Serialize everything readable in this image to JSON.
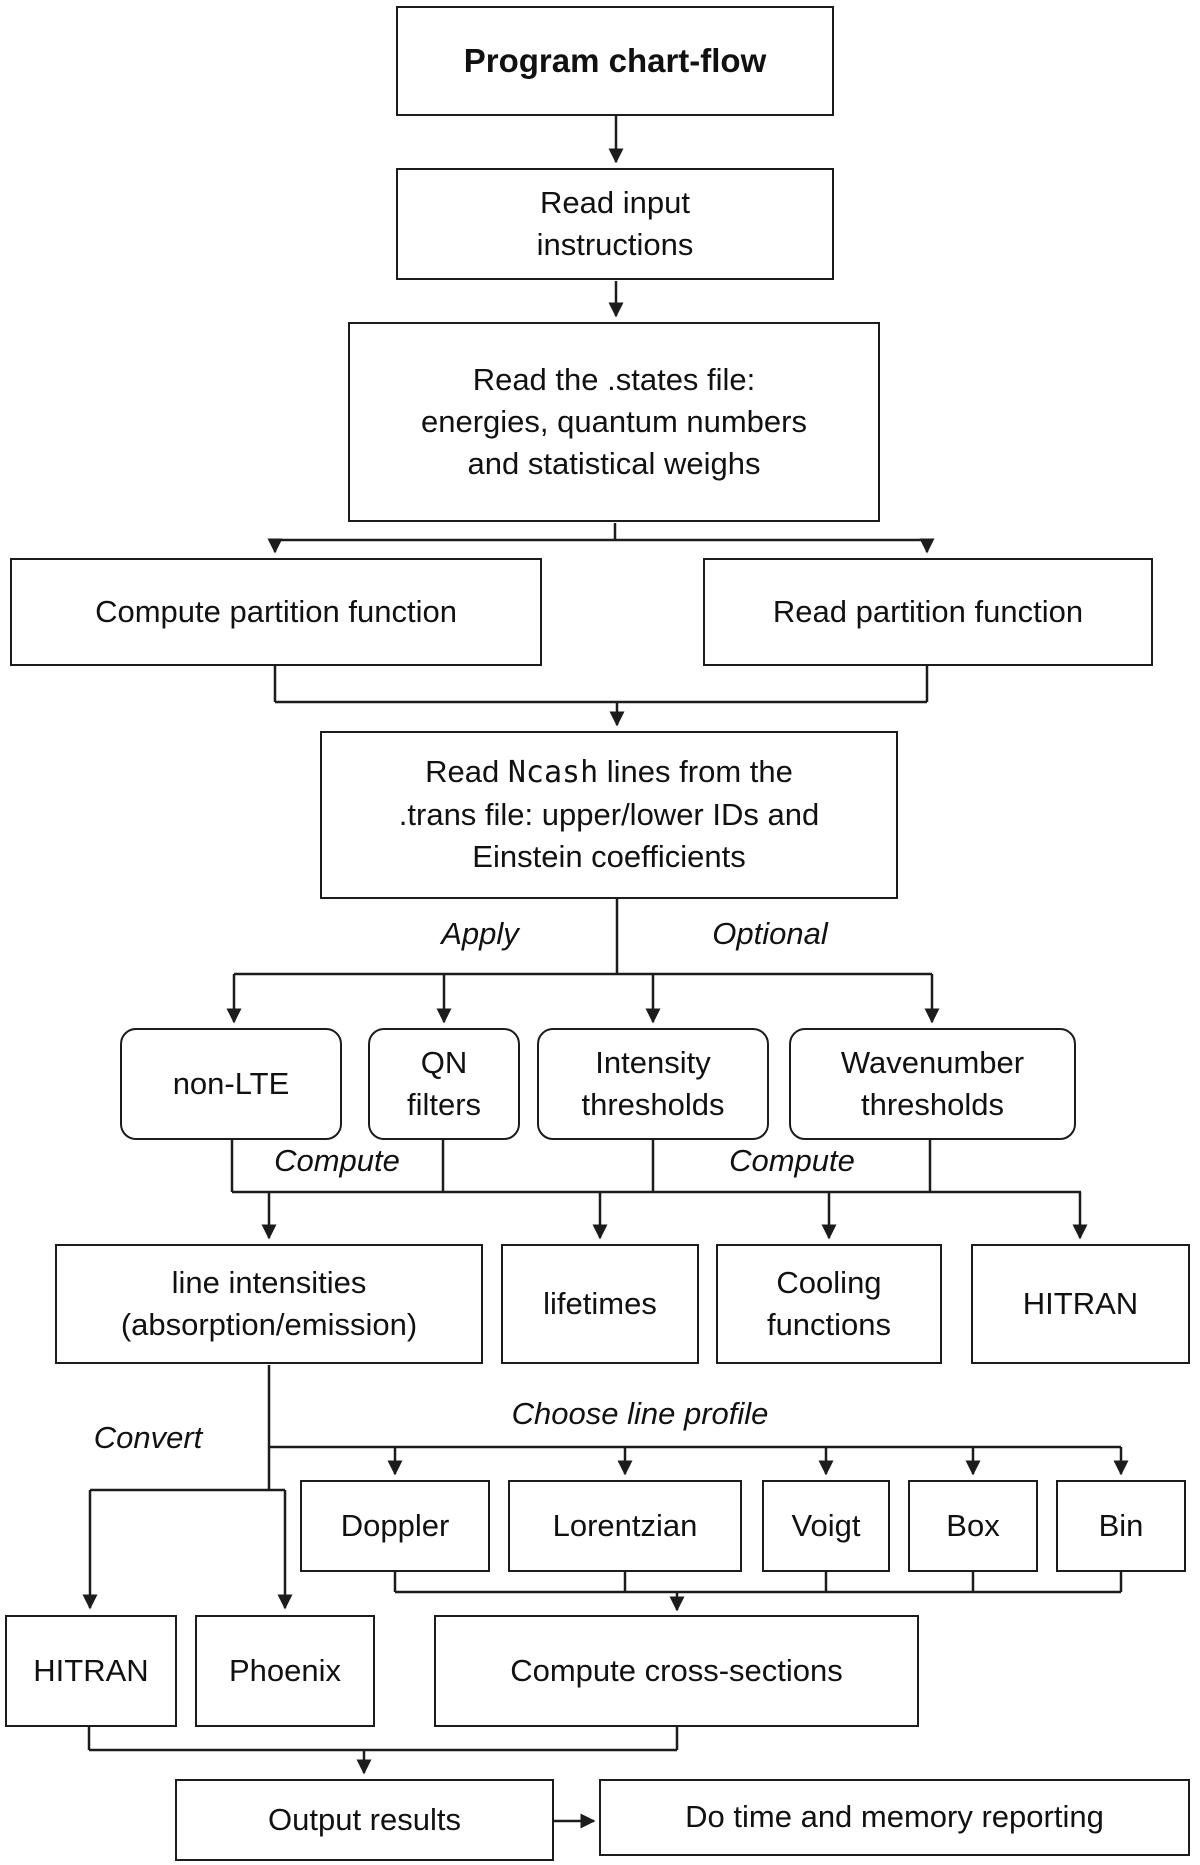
{
  "nodes": {
    "title": "Program chart-flow",
    "read_input": "Read input\ninstructions",
    "states": "Read the .states file:\nenergies, quantum numbers\nand statistical weighs",
    "compute_partition": "Compute partition function",
    "read_partition": "Read partition function",
    "ncash_prefix": "Read ",
    "ncash_code": "Ncash",
    "ncash_suffix": " lines from the\n.trans file:  upper/lower IDs and\nEinstein coefficients",
    "non_lte": "non-LTE",
    "qn_filters": "QN\nfilters",
    "intensity_thresholds": "Intensity\nthresholds",
    "wavenumber_thresholds": "Wavenumber\nthresholds",
    "line_intensities": "line intensities\n(absorption/emission)",
    "lifetimes": "lifetimes",
    "cooling_functions": "Cooling\nfunctions",
    "hitran_output": "HITRAN",
    "doppler": "Doppler",
    "lorentzian": "Lorentzian",
    "voigt": "Voigt",
    "box_profile": "Box",
    "bin_profile": "Bin",
    "hitran_format": "HITRAN",
    "phoenix": "Phoenix",
    "compute_cross_sections": "Compute cross-sections",
    "output_results": "Output results",
    "do_time_memory": "Do time and memory reporting"
  },
  "labels": {
    "apply": "Apply",
    "optional": "Optional",
    "compute_left": "Compute",
    "compute_right": "Compute",
    "choose_line_profile": "Choose line profile",
    "convert": "Convert"
  },
  "colors": {
    "line": "#1c1c1c",
    "background": "#ffffff",
    "text": "#111111"
  }
}
